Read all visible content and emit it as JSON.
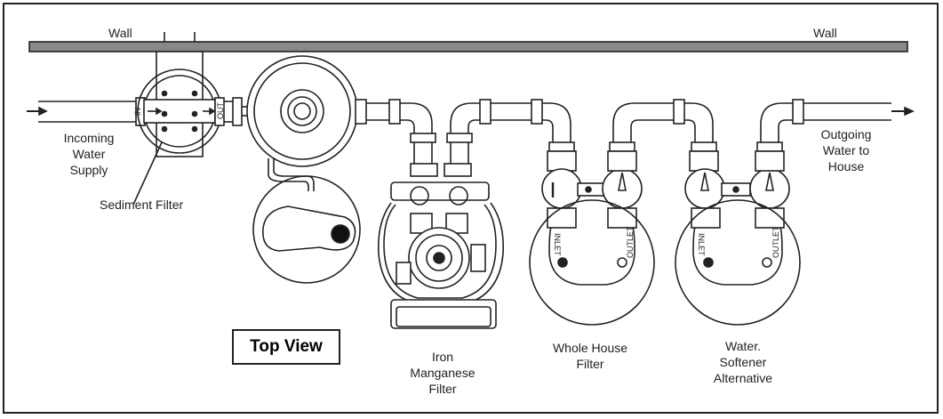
{
  "labels": {
    "wall_left": "Wall",
    "wall_right": "Wall",
    "incoming_1": "Incoming",
    "incoming_2": "Water",
    "incoming_3": "Supply",
    "sediment": "Sediment Filter",
    "outgoing_1": "Outgoing",
    "outgoing_2": "Water to",
    "outgoing_3": "House",
    "top_view": "Top View",
    "iron_1": "Iron",
    "iron_2": "Manganese",
    "iron_3": "Filter",
    "whole_1": "Whole House",
    "whole_2": "Filter",
    "soft_1": "Water.",
    "soft_2": "Softener",
    "soft_3": "Alternative",
    "in_tag": "IN",
    "out_tag": "OUT",
    "inlet": "INLET",
    "outlet": "OUTLET"
  },
  "colors": {
    "line": "#222222",
    "wall": "#888888"
  }
}
